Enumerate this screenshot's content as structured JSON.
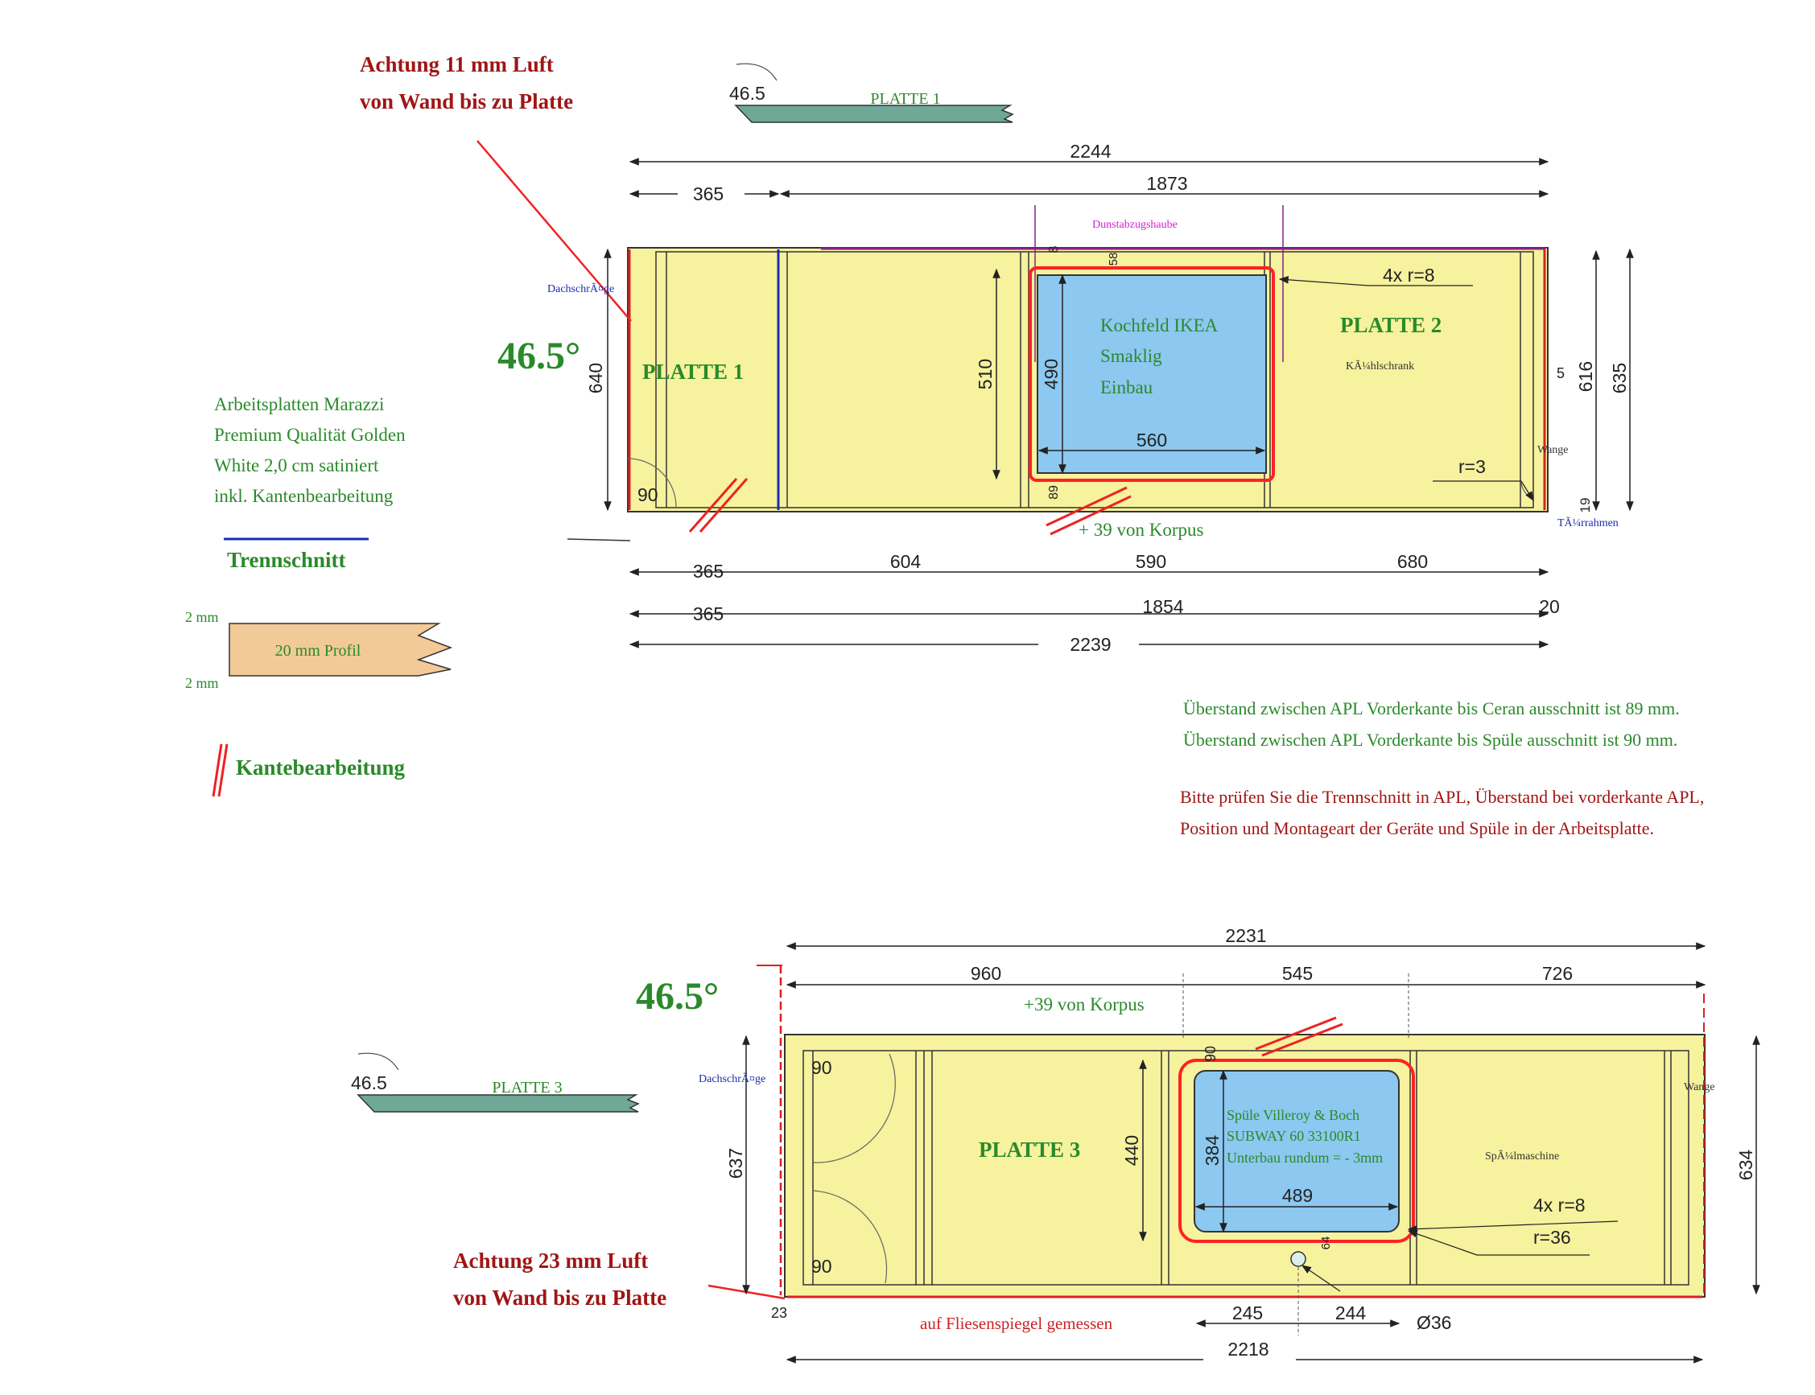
{
  "colors": {
    "top": "#f6f29e",
    "cutout": "#8cc8f0",
    "cut_border": "#ff2222",
    "green": "#2a8a2a",
    "darkred": "#a01515",
    "blue": "#1a2db0",
    "magenta": "#d020d0",
    "profile": "#f2ca98",
    "strip": "#6fa896"
  },
  "warnings": {
    "top": [
      "Achtung 11 mm Luft",
      "von Wand bis zu Platte"
    ],
    "bottom": [
      "Achtung 23 mm Luft",
      "von Wand bis zu Platte"
    ]
  },
  "material": [
    "Arbeitsplatten Marazzi",
    "Premium Qualität Golden",
    "White 2,0 cm satiniert",
    "inkl. Kantenbearbeitung"
  ],
  "legend": {
    "trennschnitt": "Trennschnitt",
    "profile_label": "20 mm Profil",
    "profile_top": "2 mm",
    "profile_bottom": "2 mm",
    "kante": "Kantebearbeitung"
  },
  "notes": [
    "Überstand zwischen APL Vorderkante bis Ceran ausschnitt ist 89 mm.",
    "Überstand zwischen APL Vorderkante bis Spüle ausschnitt ist 90 mm."
  ],
  "notes_red": [
    "Bitte prüfen Sie die Trennschnitt in APL, Überstand bei vorderkante APL,",
    "Position und Montageart der Geräte und Spüle in der Arbeitsplatte."
  ],
  "plan1": {
    "angle": "46.5°",
    "strip_label": "PLATTE 1",
    "strip_angle": "46.5",
    "dims": {
      "total": "2244",
      "left": "365",
      "right": "1873",
      "front1": "365",
      "front2": "604",
      "front3": "590",
      "front4": "680",
      "b1": "365",
      "b2": "1854",
      "b3": "20",
      "bottom_total": "2239",
      "depth_left": "640",
      "depth_right1": "616",
      "depth_right2": "635",
      "cut_depth": "510",
      "cut_inner": "490",
      "cut_width": "560",
      "small_top": "8",
      "small_top2": "58",
      "small_bottom": "89",
      "small_right": "5",
      "small_br": "19",
      "angle_corner": "90"
    },
    "labels": {
      "platte1": "PLATTE 1",
      "platte2": "PLATTE 2",
      "hood": "Dunstabzugshaube",
      "roof": "DachschrÃ¤ge",
      "cooktop": [
        "Kochfeld IKEA",
        "Smaklig",
        "Einbau"
      ],
      "fridge": "KÃ¼hlschrank",
      "radius1": "4x r=8",
      "radius2": "r=3",
      "wange": "Wange",
      "tall": "TÃ¼rrahmen",
      "korpus": "+ 39 von Korpus"
    }
  },
  "plan2": {
    "angle": "46.5°",
    "strip_label": "PLATTE 3",
    "strip_angle": "46.5",
    "dims": {
      "total": "2231",
      "d1": "960",
      "d2": "545",
      "d3": "726",
      "depth_left": "637",
      "depth_right": "634",
      "sink_depth": "440",
      "sink_inner": "384",
      "sink_width": "489",
      "b1": "245",
      "b2": "244",
      "hole": "Ø36",
      "bottom_total": "2218",
      "left_small": "23",
      "top_small": "90",
      "sink_bottom_small": "64",
      "angle_tl": "90",
      "angle_bl": "90"
    },
    "labels": {
      "platte3": "PLATTE 3",
      "roof": "DachschrÃ¤ge",
      "sink": [
        "Spüle Villeroy & Boch",
        "SUBWAY 60 33100R1",
        "Unterbau rundum = - 3mm"
      ],
      "dishwasher": "SpÃ¼lmaschine",
      "radius1": "4x r=8",
      "radius2": "r=36",
      "wange": "Wange",
      "korpus": "+39 von Korpus",
      "tile": "auf Fliesenspiegel gemessen"
    }
  }
}
